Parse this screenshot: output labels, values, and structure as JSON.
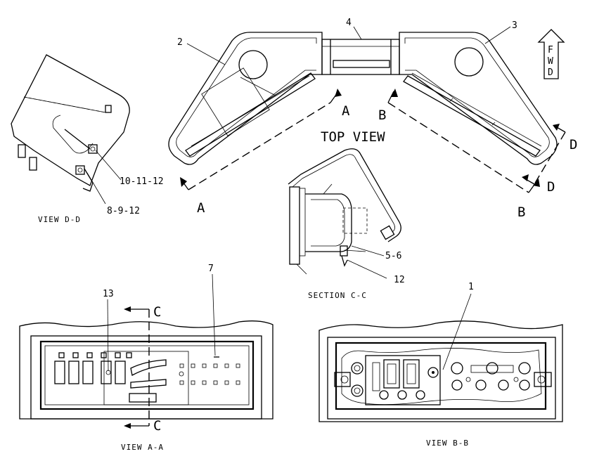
{
  "labels": {
    "top_view": "TOP VIEW",
    "view_dd": "VIEW D-D",
    "section_cc": "SECTION C-C",
    "view_aa": "VIEW A-A",
    "view_bb": "VIEW B-B",
    "fwd": [
      "F",
      "W",
      "D"
    ]
  },
  "section_letters": {
    "a_upper": "A",
    "a_lower": "A",
    "b_upper": "B",
    "b_lower": "B",
    "d_upper": "D",
    "d_lower": "D",
    "c_upper": "C",
    "c_lower": "C"
  },
  "callouts": {
    "item_1": "1",
    "item_2": "2",
    "item_3": "3",
    "item_4": "4",
    "item_5_6": "5-6",
    "item_7": "7",
    "item_8_9_12": "8-9-12",
    "item_10_11_12": "10-11-12",
    "item_12": "12",
    "item_13": "13"
  }
}
